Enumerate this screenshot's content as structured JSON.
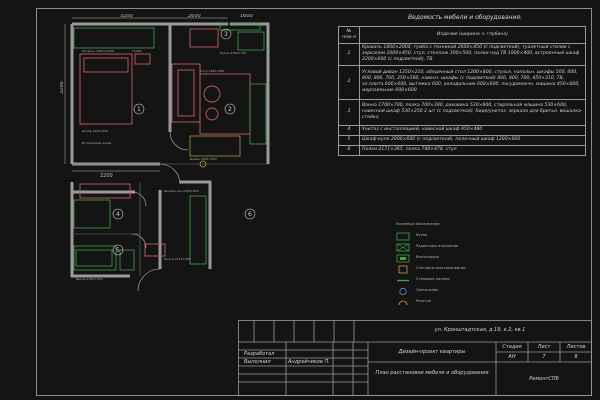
{
  "plan": {
    "room_numbers": [
      "1",
      "2",
      "3",
      "4",
      "5",
      "6"
    ],
    "dimensions": {
      "top_left": "3200",
      "top_mid": "2600",
      "top_right": "1600",
      "bottom_left": "2200",
      "left_vertical": "3200"
    },
    "furniture_notes": [
      "Кровать 1800×2000",
      "Тумба",
      "Шкаф 1400×450",
      "Встроенный шкаф",
      "Стол 1200×800",
      "Диван 2200×950",
      "Кухня 3700×700",
      "Ванна 1700×700",
      "Шкаф-купе 2000×600",
      "Полки 2171×365"
    ]
  },
  "spec": {
    "title": "Ведомость мебели и оборудования:",
    "header": {
      "num": "№ пом-я",
      "item": "Изделие (ширина × глубина)"
    },
    "rows": [
      {
        "num": "1",
        "text": "Кровать 1800×2000, тумба с техникой 2600×450 (с подсветкой), туалетный столик с зеркалом 1000×450, стул, стеллаж 300×500, полки над ТВ 1800×400, встроенный шкаф 2200×600 (с подсветкой), ТВ"
      },
      {
        "num": "2",
        "text": "Угловой диван 1350×210, обеденный стол 1200×800, стулья, напольн. шкафы 500, 600, 800, 800, 700, 250×580, навесн. шкафы (с подсветкой) 800, 800, 700, 450×310, ТВ, эл.плита 600×600, вытяжка 600, холодильник 600×600, посудомоечн. машина 450×600, морозильник 600×600"
      },
      {
        "num": "3",
        "text": "Ванна 1700×700, полка 700×380, раковина 530×600, стиральная машина 530×600, навесной шкаф 530×250 2 шт (с подсветкой), биде/унитаз, зеркало для бритья, вешалка-стойка"
      },
      {
        "num": "4",
        "text": "Унитаз с инсталляцией, навесной шкаф 950×480"
      },
      {
        "num": "5",
        "text": "Шкаф-купе 2000×600 (с подсветкой), полочный шкаф 1200×600"
      },
      {
        "num": "6",
        "text": "Полки 2171×365, полка 748×478, стул"
      }
    ]
  },
  "legend": {
    "title": "Условные обозначения",
    "items": [
      "Кухня",
      "Радиаторы отопления",
      "Вентиляция",
      "Счетчики электроэнергии",
      "Стеновые панели",
      "Светильник",
      "Розетка"
    ]
  },
  "stamp": {
    "address": "ул. Кронштадтская, д.19, к.2, кв.1",
    "project": "Дизайн-проект квартиры",
    "sheet_title": "План расстановки мебели и оборудования",
    "role_designer": "Разработал",
    "role_checked": "Выполнил",
    "person": "Андрейчиков П.",
    "stage_label": "Стадия",
    "sheet_label": "Лист",
    "sheets_label": "Листов",
    "stage_value": "АН",
    "sheet_value": "7",
    "sheets_value": "8",
    "company": "РемонтСПб"
  },
  "colors": {
    "background": "#141414",
    "lines": "#b8b8b8",
    "walls": "#9a9a9a",
    "furniture_red": "#c85a5a",
    "plan_green": "#3fa04a",
    "legend_text": "#9fbf9f"
  }
}
